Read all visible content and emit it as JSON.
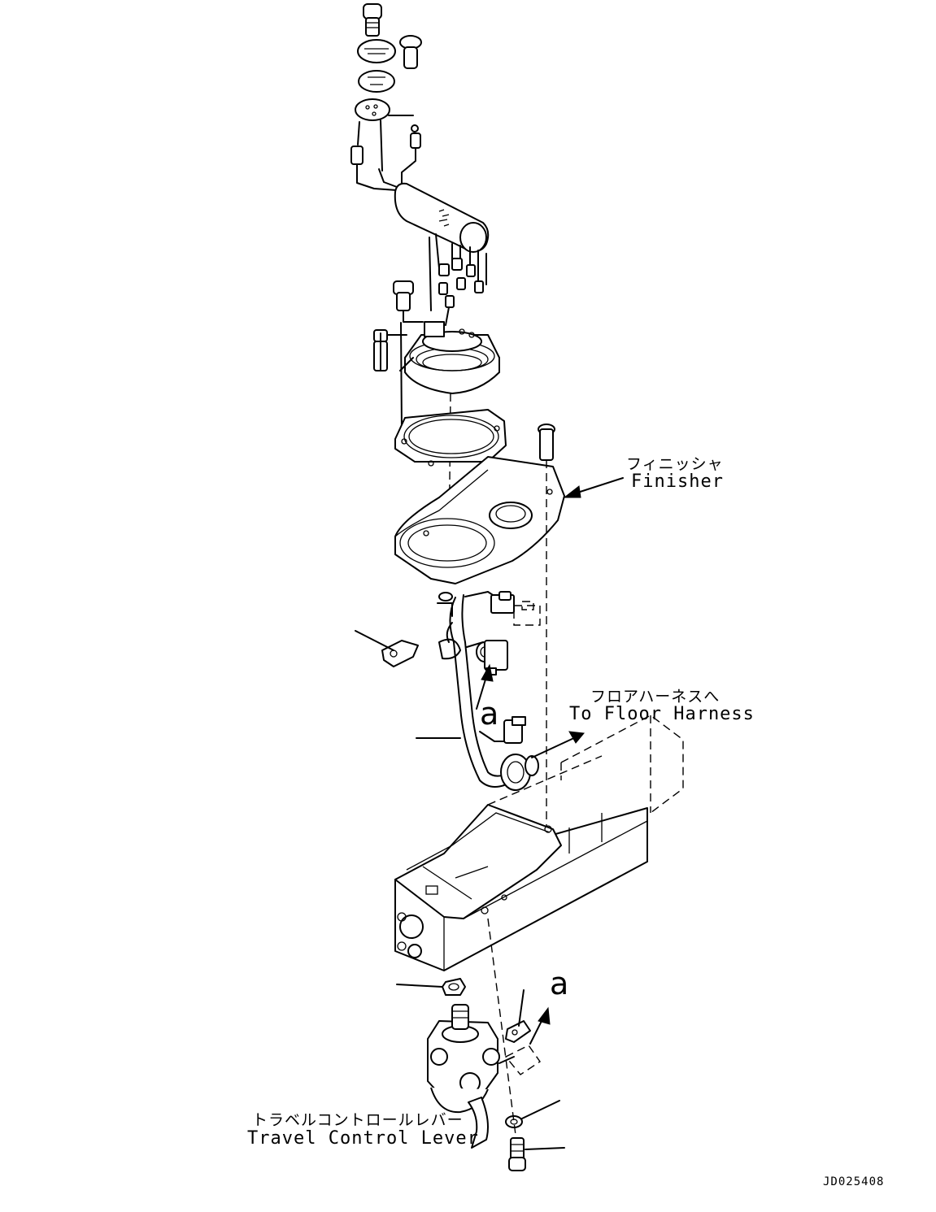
{
  "labels": {
    "finisher_ja": "フィニッシャ",
    "finisher_en": "Finisher",
    "floor_harness_ja": "フロアハーネスへ",
    "floor_harness_en": "To Floor Harness",
    "ref_a_upper": "a",
    "ref_a_lower": "a",
    "travel_lever_ja": "トラベルコントロールレバー",
    "travel_lever_en": "Travel Control Lever",
    "drawing_code": "JD025408"
  }
}
